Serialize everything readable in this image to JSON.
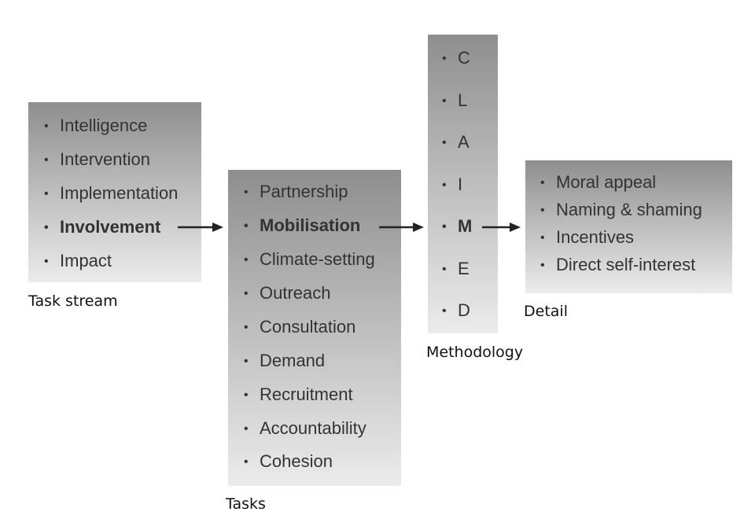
{
  "task_stream": {
    "caption": "Task stream",
    "items": [
      {
        "label": "Intelligence",
        "bold": false
      },
      {
        "label": "Intervention",
        "bold": false
      },
      {
        "label": "Implementation",
        "bold": false
      },
      {
        "label": "Involvement",
        "bold": true
      },
      {
        "label": "Impact",
        "bold": false
      }
    ]
  },
  "tasks": {
    "caption": "Tasks",
    "items": [
      {
        "label": "Partnership",
        "bold": false
      },
      {
        "label": "Mobilisation",
        "bold": true
      },
      {
        "label": "Climate-setting",
        "bold": false
      },
      {
        "label": "Outreach",
        "bold": false
      },
      {
        "label": "Consultation",
        "bold": false
      },
      {
        "label": "Demand",
        "bold": false
      },
      {
        "label": "Recruitment",
        "bold": false
      },
      {
        "label": "Accountability",
        "bold": false
      },
      {
        "label": "Cohesion",
        "bold": false
      }
    ]
  },
  "methodology": {
    "caption": "Methodology",
    "items": [
      {
        "label": "C",
        "bold": false
      },
      {
        "label": "L",
        "bold": false
      },
      {
        "label": "A",
        "bold": false
      },
      {
        "label": "I",
        "bold": false
      },
      {
        "label": "M",
        "bold": true
      },
      {
        "label": "E",
        "bold": false
      },
      {
        "label": "D",
        "bold": false
      }
    ]
  },
  "detail": {
    "caption": "Detail",
    "items": [
      {
        "label": "Moral appeal",
        "bold": false
      },
      {
        "label": "Naming & shaming",
        "bold": false
      },
      {
        "label": "Incentives",
        "bold": false
      },
      {
        "label": "Direct self-interest",
        "bold": false
      }
    ]
  },
  "bullet_glyph": "•",
  "box_gradient_colors": [
    "#8e8e8e",
    "#b9b9b9",
    "#ebebeb"
  ],
  "arrow_color": "#222222"
}
